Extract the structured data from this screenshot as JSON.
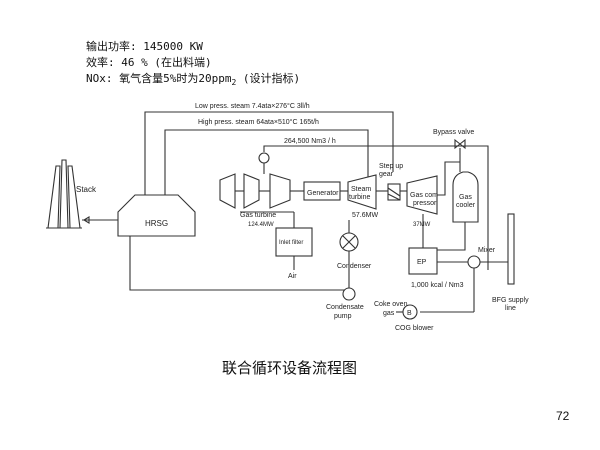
{
  "specs": {
    "output": "输出功率: 145000 KW",
    "efficiency": "效率: 46 % (在出料端)",
    "nox_prefix": "NOx: 氧气含量5%时为20ppm",
    "nox_sub": "2",
    "nox_suffix": " (设计指标)"
  },
  "diagram": {
    "stack": "Stack",
    "hrsg": "HRSG",
    "low_steam": "Low press. steam 7.4ata×276°C 3ll/h",
    "high_steam": "High press. steam 64ata×510°C 165t/h",
    "flow": "264,500  Nm3 / h",
    "bypass": "Bypass valve",
    "step_up_1": "Step up",
    "step_up_2": "gear",
    "gas_turbine": "Gas turbine",
    "gas_turbine_mw": "124.4MW",
    "generator": "Generator",
    "steam_turbine_1": "Steam",
    "steam_turbine_2": "turbine",
    "steam_turbine_mw": "57.6MW",
    "gas_comp_1": "Gas com-",
    "gas_comp_2": "pressor",
    "gas_comp_mw": "37MW",
    "gas_cooler_1": "Gas",
    "gas_cooler_2": "cooler",
    "inlet_filter": "Inlet filter",
    "air": "Air",
    "condenser": "Condenser",
    "ep": "EP",
    "mixer": "Mixer",
    "heat_value": "1,000  kcal / Nm3",
    "bfg_1": "BFG supply",
    "bfg_2": "line",
    "condensate_1": "Condensate",
    "condensate_2": "pump",
    "coke_1": "Coke oven",
    "coke_2": "gas",
    "cog_b": "B",
    "cog_blower": "COG blower"
  },
  "caption": "联合循环设备流程图",
  "page_number": "72"
}
